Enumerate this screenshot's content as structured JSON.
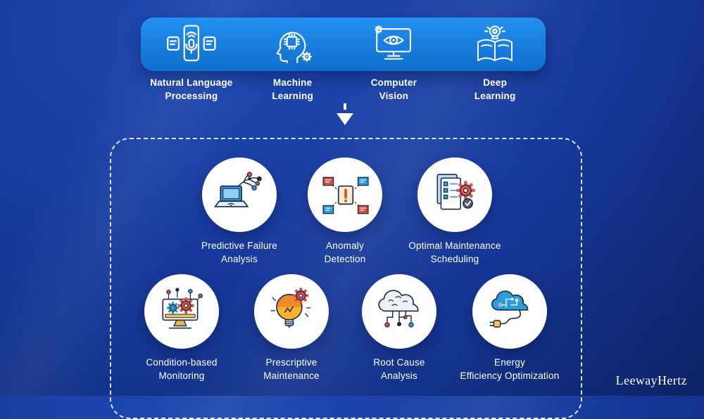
{
  "header": {
    "technologies": [
      {
        "label": "Natural Language\nProcessing",
        "icon": "nlp-icon"
      },
      {
        "label": "Machine\nLearning",
        "icon": "machine-learning-icon"
      },
      {
        "label": "Computer\nVision",
        "icon": "computer-vision-icon"
      },
      {
        "label": "Deep\nLearning",
        "icon": "deep-learning-icon"
      }
    ]
  },
  "capabilities": {
    "row1": [
      {
        "label": "Predictive Failure\nAnalysis",
        "icon": "predictive-failure-analysis-icon"
      },
      {
        "label": "Anomaly\nDetection",
        "icon": "anomaly-detection-icon"
      },
      {
        "label": "Optimal Maintenance\nScheduling",
        "icon": "optimal-maintenance-scheduling-icon"
      }
    ],
    "row2": [
      {
        "label": "Condition-based\nMonitoring",
        "icon": "condition-based-monitoring-icon"
      },
      {
        "label": "Prescriptive\nMaintenance",
        "icon": "prescriptive-maintenance-icon"
      },
      {
        "label": "Root Cause\nAnalysis",
        "icon": "root-cause-analysis-icon"
      },
      {
        "label": "Energy\nEfficiency Optimization",
        "icon": "energy-efficiency-optimization-icon"
      }
    ]
  },
  "brand": {
    "logo": "LeewayHertz"
  },
  "colors": {
    "banner_blue": "#1a7fdd",
    "background_blue": "#17389a",
    "accent_red": "#d94f3d",
    "accent_blue": "#2d9cdb",
    "accent_teal": "#2bb3c0",
    "accent_yellow": "#f5c84c",
    "ink_navy": "#1b2a4a",
    "white": "#ffffff"
  }
}
